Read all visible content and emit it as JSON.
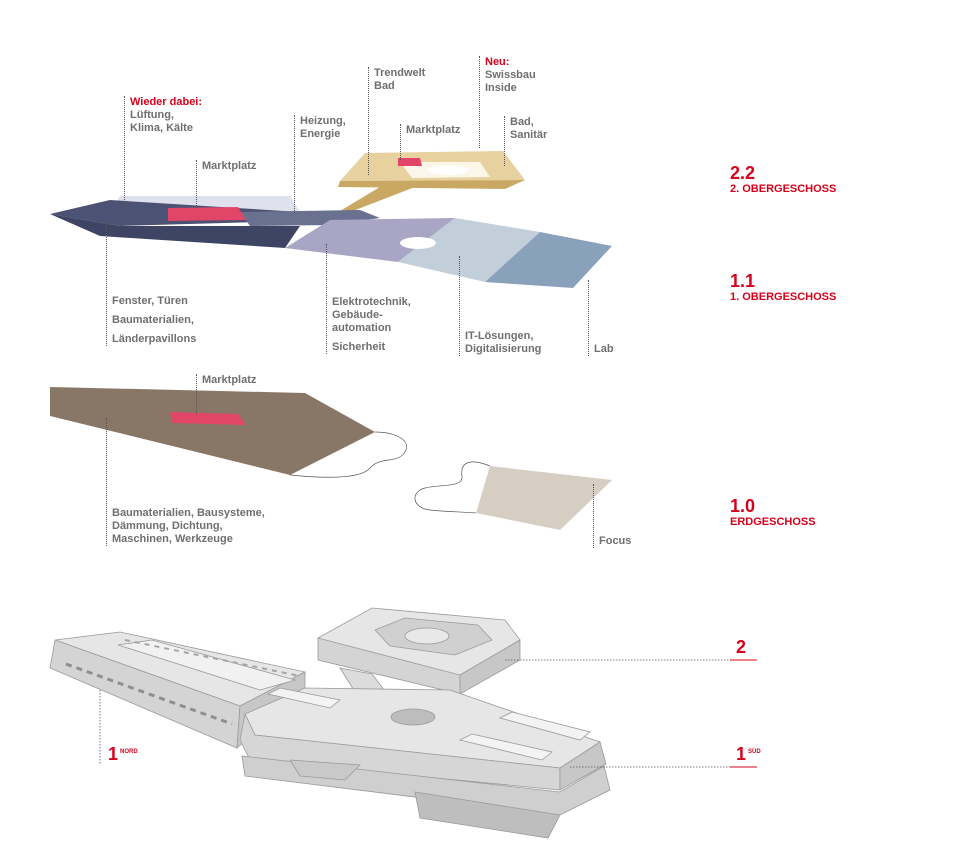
{
  "floors": [
    {
      "num": "2.2",
      "name": "2. OBERGESCHOSS"
    },
    {
      "num": "1.1",
      "name": "1. OBERGESCHOSS"
    },
    {
      "num": "1.0",
      "name": "ERDGESCHOSS"
    }
  ],
  "upper_labels": {
    "lueftung": {
      "highlight": "Wieder dabei:",
      "lines": [
        "Lüftung,",
        "Klima, Kälte"
      ]
    },
    "marktplatz_11": {
      "lines": [
        "Marktplatz"
      ]
    },
    "heizung": {
      "lines": [
        "Heizung,",
        "Energie"
      ]
    },
    "trendwelt": {
      "lines": [
        "Trendwelt",
        "Bad"
      ]
    },
    "marktplatz_22": {
      "lines": [
        "Marktplatz"
      ]
    },
    "swissbau": {
      "highlight": "Neu:",
      "lines": [
        "Swissbau",
        "Inside"
      ]
    },
    "bad": {
      "lines": [
        "Bad,",
        "Sanitär"
      ]
    },
    "fenster": {
      "lines": [
        "Fenster, Türen",
        "Baumaterialien,",
        "Länderpavillons"
      ]
    },
    "elektro": {
      "lines": [
        "Elektrotechnik,",
        "Gebäude-",
        "automation",
        "Sicherheit"
      ]
    },
    "it": {
      "lines": [
        "IT-Lösungen,",
        "Digitalisierung"
      ]
    },
    "lab": {
      "lines": [
        "Lab"
      ]
    }
  },
  "ground_labels": {
    "marktplatz_10": {
      "lines": [
        "Marktplatz"
      ]
    },
    "baumaterialien": {
      "lines": [
        "Baumaterialien, Bausysteme,",
        "Dämmung, Dichtung,",
        "Maschinen, Werkzeuge"
      ]
    },
    "focus": {
      "lines": [
        "Focus"
      ]
    }
  },
  "model_labels": {
    "hall2": {
      "num": "2",
      "sup": ""
    },
    "hall1_nord": {
      "num": "1",
      "sup": "NORD"
    },
    "hall1_sued": {
      "num": "1",
      "sup": "SÜD"
    }
  },
  "colors": {
    "accent": "#d6001c",
    "label_grey": "#6f6f6f",
    "navy": "#4b5273",
    "navy_light": "#6a7190",
    "lavender": "#a9a5c4",
    "pale_blue": "#c3cedb",
    "steel_blue": "#8aa1bb",
    "gold": "#d8b97a",
    "gold_light": "#e8d5a6",
    "brown": "#887767",
    "sand": "#d6cec2",
    "marker": "#e14668",
    "model_grey": "#e4e4e4"
  }
}
